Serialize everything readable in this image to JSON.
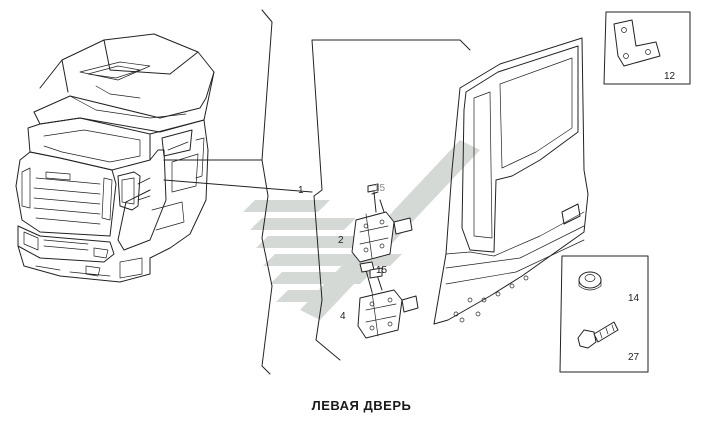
{
  "diagram": {
    "caption": "ЛЕВАЯ ДВЕРЬ",
    "callouts": {
      "door": "1",
      "upper_hinge": "2",
      "lower_hinge": "4",
      "upper_hinge_bolts": "15",
      "lower_hinge_bolts": "15",
      "bracket": "12",
      "nut": "14",
      "bolt": "27"
    },
    "watermark_color": "#c8cdc8",
    "line_color": "#222222"
  }
}
